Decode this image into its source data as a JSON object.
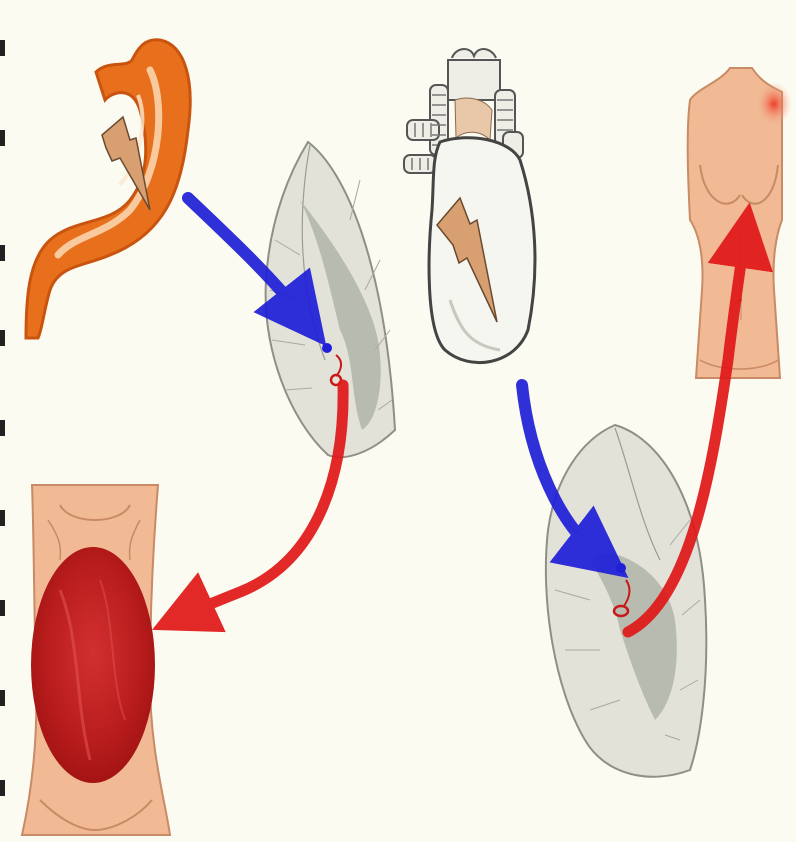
{
  "colors": {
    "background": "#fbfbf1",
    "afferent_arrow": "#1f1fd8",
    "efferent_arrow": "#e01818",
    "stomach": "#e8701c",
    "pain_bolt": "#d8a070",
    "spinal_cord": "#e2e2d8",
    "grey_matter": "#b4b8ac",
    "skin": "#f1b994",
    "abdomen_pain": "#c82424"
  },
  "figures": {
    "left": {
      "organ": "stomach",
      "organ_icon": "pain-bolt-icon",
      "cord": "spinal-cord-section",
      "referred_site": "abdomen"
    },
    "right": {
      "organ": "heart",
      "organ_icon": "pain-bolt-icon",
      "cord": "spinal-cord-section",
      "referred_site": "chest-and-left-shoulder"
    }
  }
}
